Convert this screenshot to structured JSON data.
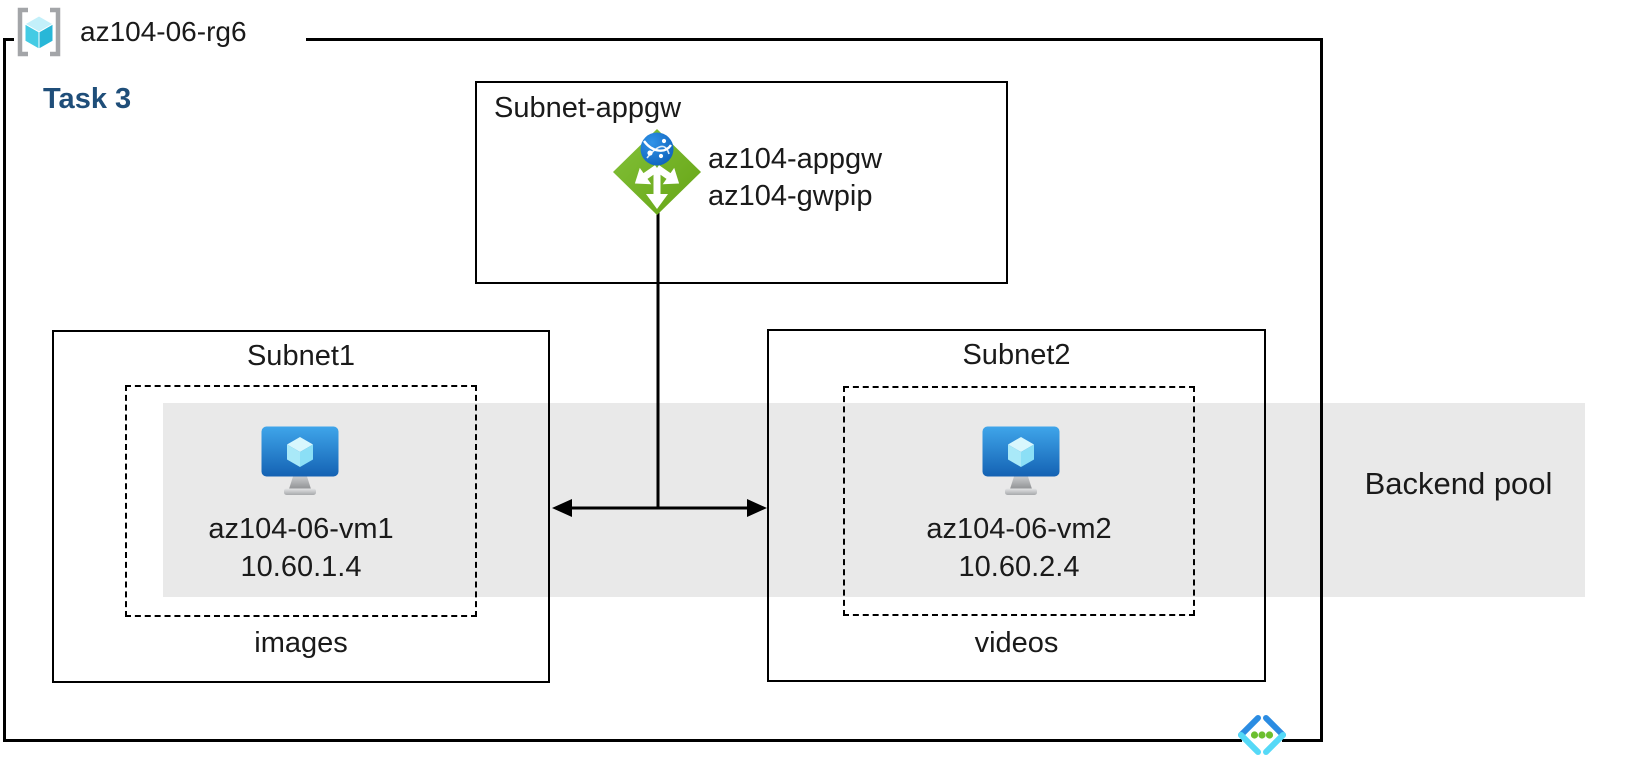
{
  "diagram": {
    "resource_group_name": "az104-06-rg6",
    "task_label": "Task 3",
    "appgw_subnet": {
      "label": "Subnet-appgw",
      "gateway_name": "az104-appgw",
      "gateway_public_ip": "az104-gwpip"
    },
    "subnet1": {
      "label": "Subnet1",
      "vm_name": "az104-06-vm1",
      "vm_ip": "10.60.1.4",
      "folder": "images"
    },
    "subnet2": {
      "label": "Subnet2",
      "vm_name": "az104-06-vm2",
      "vm_ip": "10.60.2.4",
      "folder": "videos"
    },
    "backend_pool_label": "Backend pool",
    "icons": {
      "resource_group": "resource-group-icon",
      "application_gateway": "application-gateway-icon",
      "virtual_machine": "virtual-machine-icon",
      "virtual_network": "virtual-network-icon"
    },
    "colors": {
      "task_text": "#1f4e79",
      "backend_pool_band": "#e9e9e9",
      "appgw_icon_green": "#74b414",
      "appgw_globe_blue": "#1072c8",
      "vm_screen_blue_top": "#3fa5ea",
      "vm_screen_blue_bottom": "#1462b3",
      "rg_icon_cyan": "#3fc9e3",
      "rg_bracket_gray": "#a3a5a8",
      "vnet_chevron_dark_blue": "#2b8ce2",
      "vnet_chevron_light_blue": "#55d9f7",
      "vnet_dot_green": "#6cbf2f",
      "line_black": "#000000"
    }
  }
}
